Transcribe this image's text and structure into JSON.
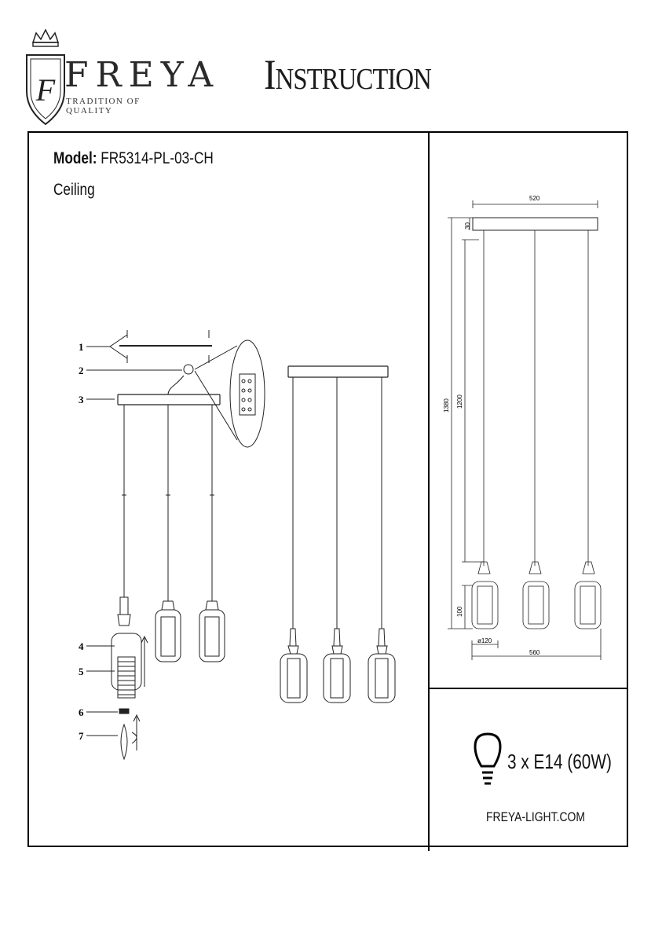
{
  "header": {
    "brand_name": "FREYA",
    "brand_tagline": "TRADITION OF QUALITY",
    "logo_monogram": "F",
    "title": "Instruction"
  },
  "model": {
    "label": "Model:",
    "code": "FR5314-PL-03-CH",
    "mount_type": "Ceiling"
  },
  "assembly_diagram": {
    "callouts": [
      "1",
      "2",
      "3",
      "4",
      "5",
      "6",
      "7"
    ]
  },
  "dimensions": {
    "canopy_width": "520",
    "canopy_height": "30",
    "total_height": "1380",
    "cord_length": "1200",
    "shade_height": "100",
    "shade_diameter": "ø120",
    "overall_width": "560"
  },
  "specs": {
    "lamps": "3 x E14 (60W)",
    "icon": "light-bulb-icon",
    "website": "FREYA-LIGHT.COM"
  }
}
